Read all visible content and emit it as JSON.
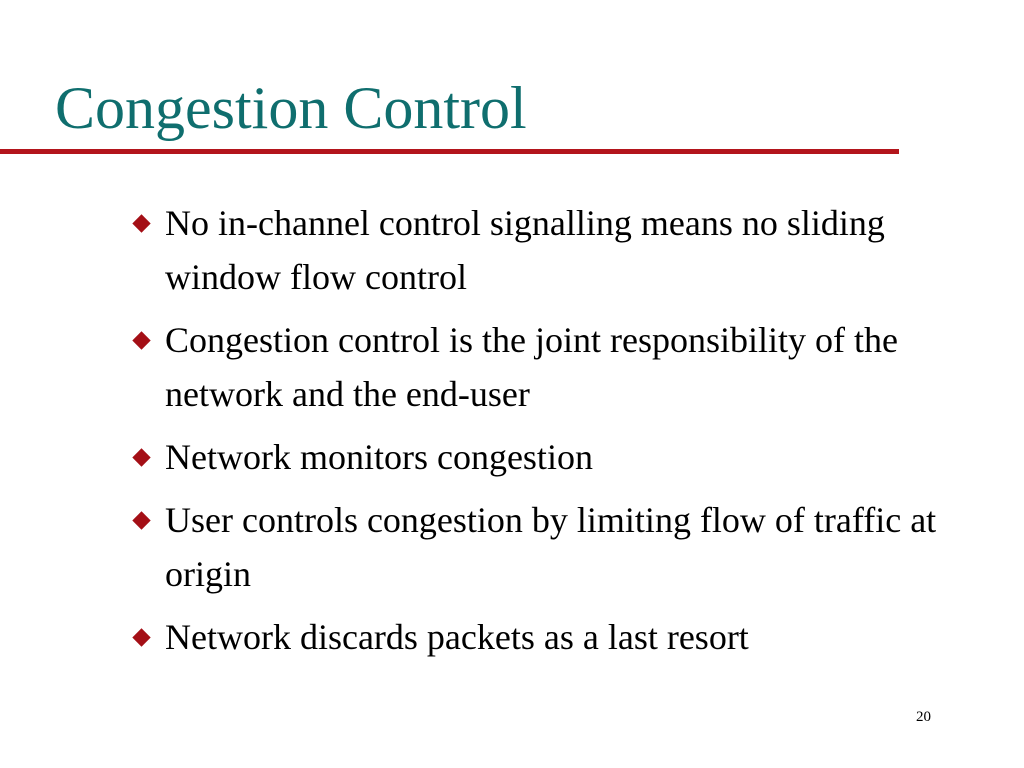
{
  "slide": {
    "title": "Congestion Control",
    "page_number": "20",
    "colors": {
      "title": "#0f6e6e",
      "rule": "#b3151c",
      "bullet_marker": "#a40f16",
      "text": "#000000",
      "background": "#ffffff"
    },
    "bullet_icon": "diamond-bullet-icon",
    "bullets": [
      "No in-channel control signalling means no sliding window flow control",
      "Congestion control is the joint responsibility of the network and the end-user",
      "Network monitors congestion",
      "User controls congestion by limiting flow of traffic at  origin",
      "Network discards packets as a last resort"
    ]
  }
}
